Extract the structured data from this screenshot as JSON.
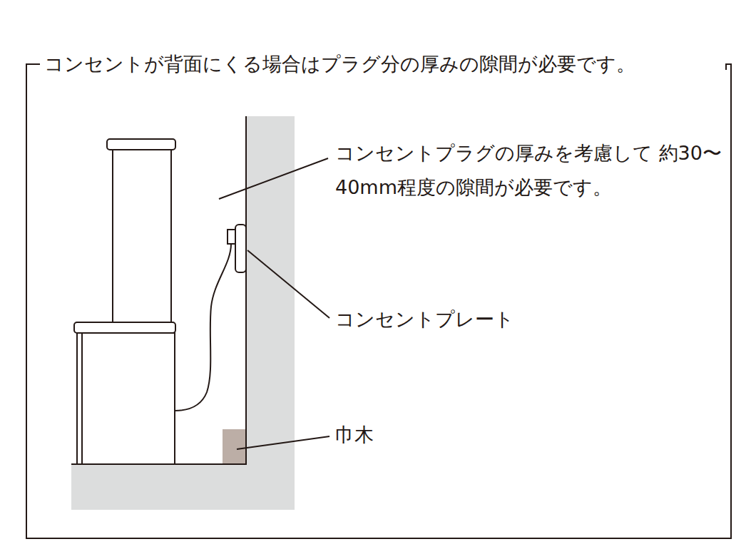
{
  "diagram": {
    "title": "コンセントが背面にくる場合はプラグ分の厚みの隙間が必要です。",
    "labels": [
      "コンセントプラグの厚みを考慮して 約30〜40mm程度の隙間が必要です。",
      "コンセントプレート",
      "巾木"
    ]
  }
}
